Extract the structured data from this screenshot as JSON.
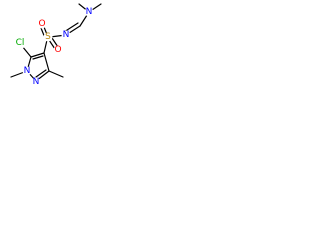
{
  "molecule": {
    "atoms": {
      "n_imine": {
        "label": "N",
        "color": "#0000ff"
      },
      "n_dimethyl": {
        "label": "N",
        "color": "#0000ff"
      },
      "s": {
        "label": "S",
        "color": "#b8860b"
      },
      "o_left": {
        "label": "O",
        "color": "#ff0000"
      },
      "o_right": {
        "label": "O",
        "color": "#ff0000"
      },
      "cl": {
        "label": "Cl",
        "color": "#00aa00"
      },
      "n1": {
        "label": "N",
        "color": "#0000ff"
      },
      "n2": {
        "label": "N",
        "color": "#0000ff"
      }
    },
    "bond_color": "#000000"
  }
}
